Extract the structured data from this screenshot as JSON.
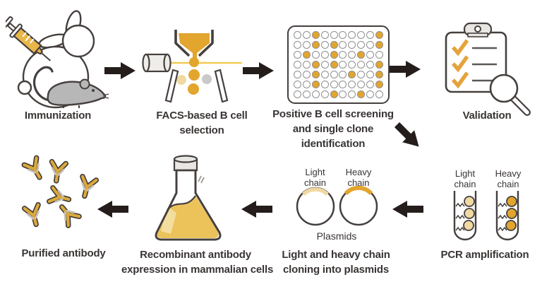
{
  "palette": {
    "gold": "#E2A52E",
    "light_gold": "#F0D9A2",
    "flask_liquid": "#ECC25A",
    "outline": "#45403E",
    "text": "#393534",
    "arrow": "#241D1B",
    "mouse_gray": "#B7B7B8"
  },
  "steps": [
    {
      "key": "immunization",
      "caption_lines": [
        "Immunization"
      ]
    },
    {
      "key": "facs",
      "caption_lines": [
        "FACS-based B cell",
        "selection"
      ]
    },
    {
      "key": "screening",
      "caption_lines": [
        "Positive B cell screening",
        "and single clone",
        "identification"
      ],
      "plate": {
        "rows": 7,
        "cols": 10,
        "positive_wells": [
          [
            1,
            3
          ],
          [
            1,
            10
          ],
          [
            2,
            3
          ],
          [
            2,
            5
          ],
          [
            2,
            10
          ],
          [
            3,
            2
          ],
          [
            3,
            5
          ],
          [
            3,
            8
          ],
          [
            4,
            3
          ],
          [
            4,
            5
          ],
          [
            4,
            10
          ],
          [
            5,
            3
          ],
          [
            5,
            7
          ],
          [
            5,
            10
          ],
          [
            6,
            3
          ],
          [
            6,
            10
          ],
          [
            7,
            5
          ],
          [
            7,
            8
          ]
        ]
      }
    },
    {
      "key": "validation",
      "caption_lines": [
        "Validation"
      ],
      "checklist_items": 3
    },
    {
      "key": "pcr",
      "caption_lines": [
        "PCR amplification"
      ],
      "tube_labels": [
        "Light chain",
        "Heavy chain"
      ]
    },
    {
      "key": "plasmids",
      "caption_lines": [
        "Light and heavy chain",
        "cloning into plasmids"
      ],
      "chain_labels": [
        "Light chain",
        "Heavy chain"
      ],
      "group_label": "Plasmids"
    },
    {
      "key": "expression",
      "caption_lines": [
        "Recombinant antibody",
        "expression in mammalian cells"
      ]
    },
    {
      "key": "purified",
      "caption_lines": [
        "Purified antibody"
      ],
      "antibody_count": 6
    }
  ]
}
